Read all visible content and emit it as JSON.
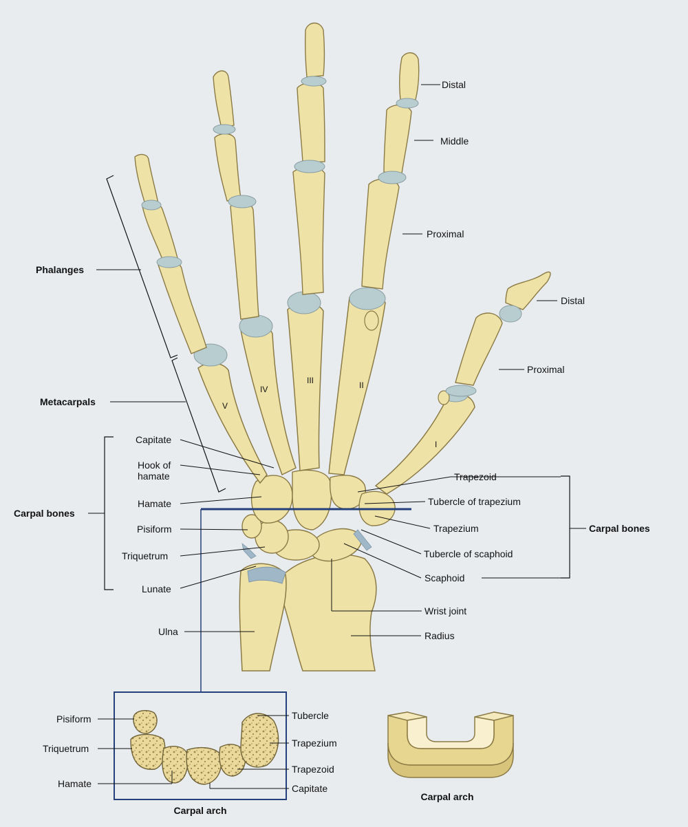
{
  "colors": {
    "bone": "#efe2a6",
    "bone_edge": "#8a7a45",
    "cartilage": "#b7cdd0",
    "ligament": "#9fb7c7",
    "frame": "#24407a",
    "background": "#e9ecef"
  },
  "labels": {
    "distal_finger": "Distal",
    "middle": "Middle",
    "proximal_finger": "Proximal",
    "distal_thumb": "Distal",
    "proximal_thumb": "Proximal",
    "phalanges": "Phalanges",
    "metacarpals": "Metacarpals",
    "carpal_bones_left": "Carpal bones",
    "carpal_bones_right": "Carpal bones",
    "capitate": "Capitate",
    "hook_of_hamate": "Hook of\nhamate",
    "hamate": "Hamate",
    "pisiform": "Pisiform",
    "triquetrum": "Triquetrum",
    "lunate": "Lunate",
    "trapezoid": "Trapezoid",
    "tubercle_of_trapezium": "Tubercle of trapezium",
    "trapezium": "Trapezium",
    "tubercle_of_scaphoid": "Tubercle of scaphoid",
    "scaphoid": "Scaphoid",
    "wrist_joint": "Wrist joint",
    "radius": "Radius",
    "ulna": "Ulna"
  },
  "roman": {
    "one": "I",
    "two": "II",
    "three": "III",
    "four": "IV",
    "five": "V"
  },
  "arch_inset": {
    "pisiform": "Pisiform",
    "triquetrum": "Triquetrum",
    "hamate": "Hamate",
    "tubercle": "Tubercle",
    "trapezium": "Trapezium",
    "trapezoid": "Trapezoid",
    "capitate": "Capitate",
    "caption": "Carpal arch"
  },
  "arch_model": {
    "caption": "Carpal arch"
  }
}
